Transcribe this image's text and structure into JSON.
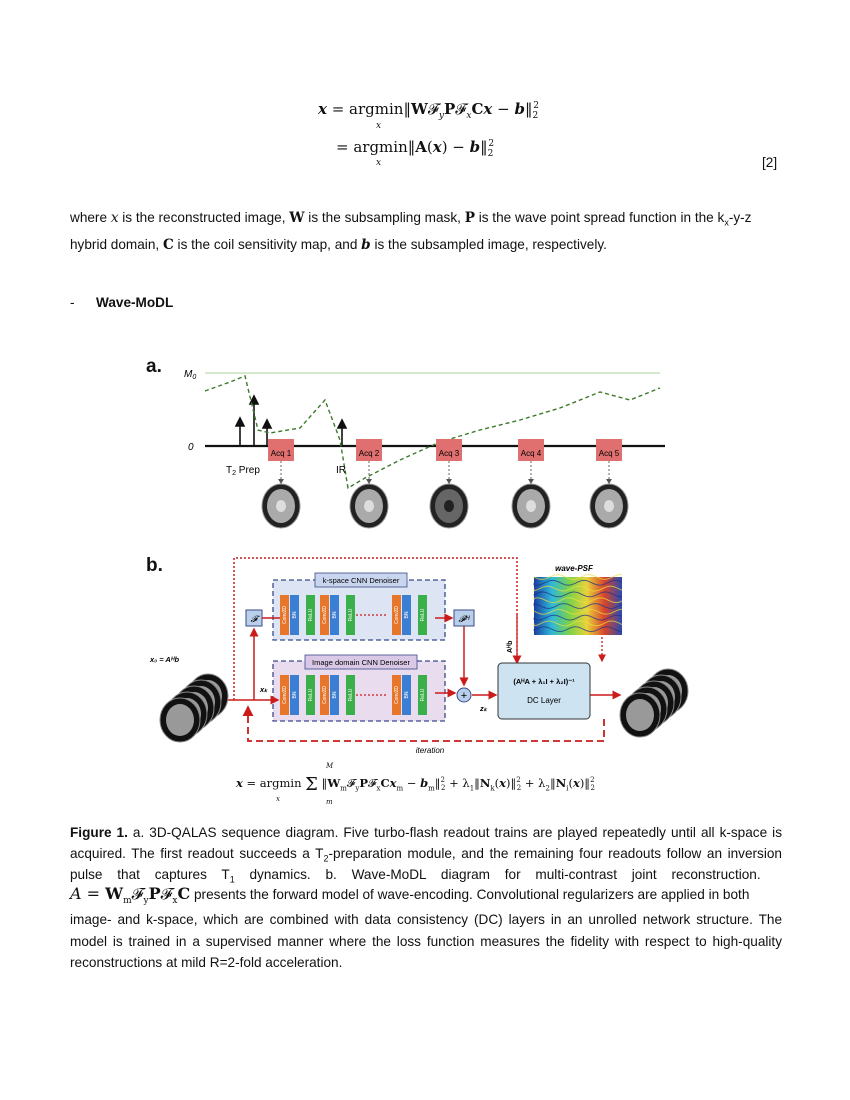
{
  "equation_block": {
    "line1_lhs": "x = argmin‖W𝓕",
    "line1_rhs": "P𝓕",
    "line1_tail": "Cx − b‖",
    "line2": "= argmin‖A(x) − b‖",
    "under_x": "x",
    "sub_y": "y",
    "sub_x": "x",
    "sup_2": "2",
    "sub_2": "2",
    "number": "[2]"
  },
  "paragraph": {
    "line1_a": "where ",
    "line1_x": "x",
    "line1_b": " is the reconstructed image, ",
    "line1_W": "W",
    "line1_c": " is the subsampling mask, ",
    "line1_P": "P",
    "line1_d": " is the wave point spread function in the k",
    "line1_kx_sub": "x",
    "line1_e": "-y-z",
    "line2_a": "hybrid domain, ",
    "line2_C": "C",
    "line2_b": " is the coil sensitivity map, and ",
    "line2_bvar": "b",
    "line2_c": " is the subsampled image, respectively."
  },
  "section": {
    "bullet": "-",
    "title": "Wave-MoDL"
  },
  "figure_a": {
    "panel_label": "a.",
    "y_top_label": "M",
    "y_top_sub": "0",
    "y_zero_label": "0",
    "t2prep_label": "T",
    "t2prep_sub": "2",
    "t2prep_tail": " Prep",
    "ir_label": "IR",
    "acq_labels": [
      "Acq 1",
      "Acq 2",
      "Acq 3",
      "Acq 4",
      "Acq 5"
    ],
    "colors": {
      "acq_box": "#e07070",
      "curve": "#3a7a2a",
      "m0_line": "#a8d098"
    }
  },
  "figure_b": {
    "panel_label": "b.",
    "kspace_title": "k-space CNN Denoiser",
    "image_title": "Image domain CNN Denoiser",
    "wave_psf_label": "wave-PSF",
    "x0_label": "x₀ = Aᴴb",
    "xk_label": "xₖ",
    "zk_label": "zₖ",
    "ahb_label": "Aᴴb",
    "dc_formula": "(AᴴA + λ₁I + λ₂I)⁻¹",
    "dc_label": "DC Layer",
    "iteration_label": "iteration",
    "F_label": "𝓕",
    "FH_label": "𝓕ᴴ",
    "plus_label": "+",
    "layer_labels": [
      "Conv2D",
      "BN",
      "ReLU",
      "Conv2D",
      "BN",
      "ReLU",
      "Conv2D",
      "BN",
      "ReLU"
    ],
    "colors": {
      "conv": "#e8762a",
      "bn": "#3b7fd4",
      "relu": "#3bb04a",
      "red": "#cc1b1b",
      "dc_box": "#cde3f2"
    }
  },
  "loss_equation": {
    "text": "x = argmin Σ ‖W",
    "mid": "𝓕",
    "tail": "P𝓕",
    "tail2": "Cx",
    "tail3": " − b",
    "tail4": "‖",
    "tail5": " + λ₁‖N",
    "tail6": "(x)‖",
    "tail7": " + λ₂‖N",
    "tail8": "(x)‖",
    "sub_m": "m",
    "sub_y": "y",
    "sub_x": "x",
    "sub_k": "k",
    "sub_i": "i",
    "sup_M": "M",
    "sum_sub": "m",
    "two": "2",
    "under_x": "x"
  },
  "caption": {
    "label": "Figure 1.",
    "l1": " a. 3D-QALAS sequence diagram. Five turbo-flash readout trains are played repeatedly until all k-space is",
    "l2": "acquired. The first readout succeeds a T",
    "l2_sub": "2",
    "l2_tail": "-preparation module, and the remaining four readouts follow an inversion",
    "l3": "pulse that captures T",
    "l3_sub": "1",
    "l3_tail": " dynamics. b. Wave-MoDL diagram for multi-contrast joint reconstruction.",
    "l4_math": "A = W",
    "l4_math_m": "m",
    "l4_math_F": "𝓕",
    "l4_math_y": "y",
    "l4_math_P": "P𝓕",
    "l4_math_x": "x",
    "l4_math_C": "C",
    "l4_tail": " presents the forward model of wave-encoding. Convolutional regularizers are applied in both",
    "l5": "image- and k-space, which are combined with data consistency (DC) layers in an unrolled network structure. The",
    "l6": "model is trained in a supervised manner where the loss function measures the fidelity with respect to high-quality",
    "l7": "reconstructions at mild R=2-fold acceleration."
  }
}
